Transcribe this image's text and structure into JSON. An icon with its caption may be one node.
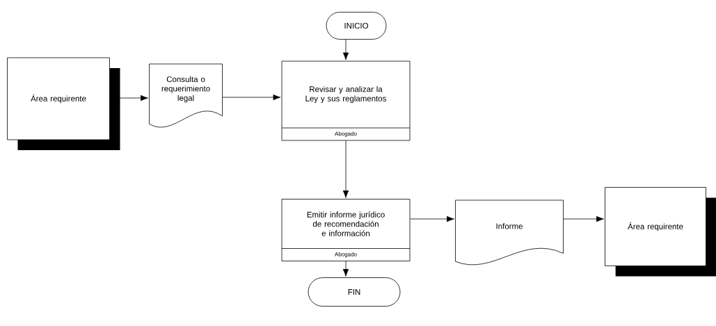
{
  "diagram": {
    "nodes": [
      {
        "text": [
          "INICIO"
        ]
      },
      {
        "text": [
          "Área requirente"
        ]
      },
      {
        "text": [
          "Consulta o requerimiento legal"
        ]
      },
      {
        "text": [
          "Revisar y analizar la Ley y sus reglamentos",
          "Abogado"
        ]
      },
      {
        "text": [
          "Emitir informe jurídico de recomendación e información",
          "Abogado"
        ]
      },
      {
        "text": [
          "Informe"
        ]
      },
      {
        "text": [
          "Área requirente"
        ]
      },
      {
        "text": [
          "FIN"
        ]
      }
    ],
    "edges": [
      {
        "from": 0,
        "to": 3,
        "arrow": "to"
      },
      {
        "from": 1,
        "to": 2,
        "arrow": "to"
      },
      {
        "from": 2,
        "to": 3,
        "arrow": "to"
      },
      {
        "from": 3,
        "to": 4,
        "arrow": "to"
      },
      {
        "from": 4,
        "to": 5,
        "arrow": "to"
      },
      {
        "from": 5,
        "to": 6,
        "arrow": "to"
      },
      {
        "from": 4,
        "to": 7,
        "arrow": "to"
      }
    ]
  }
}
